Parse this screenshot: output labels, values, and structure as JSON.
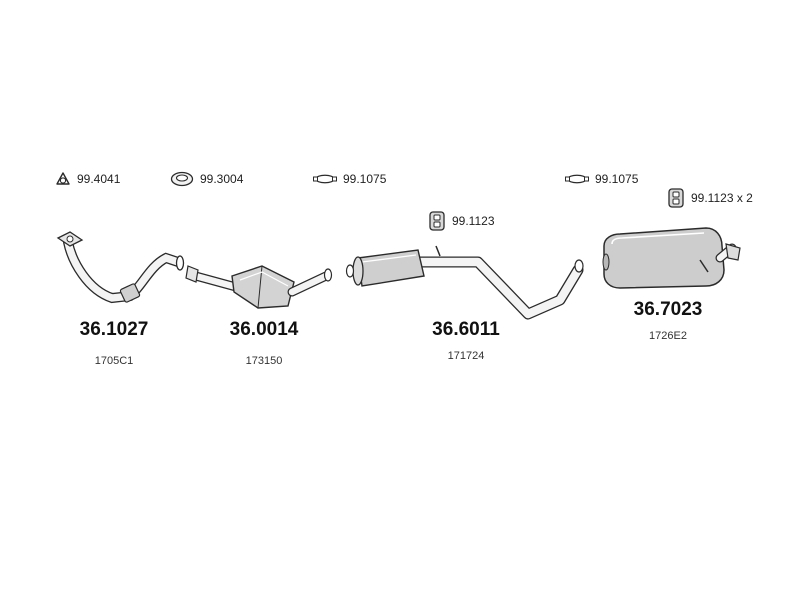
{
  "accessories": [
    {
      "icon": "ring-gasket-icon",
      "code": "99.4041"
    },
    {
      "icon": "flange-gasket-icon",
      "code": "99.3004"
    },
    {
      "icon": "clamp-icon",
      "code": "99.1075"
    },
    {
      "icon": "rubber-mount-icon",
      "code": "99.1123"
    },
    {
      "icon": "clamp-icon",
      "code": "99.1075"
    },
    {
      "icon": "rubber-mount-icon",
      "code": "99.1123 x 2"
    }
  ],
  "parts": [
    {
      "icon": "front-pipe-icon",
      "part_number": "36.1027",
      "oe_number": "1705C1"
    },
    {
      "icon": "catalytic-converter-icon",
      "part_number": "36.0014",
      "oe_number": "173150"
    },
    {
      "icon": "middle-silencer-icon",
      "part_number": "36.6011",
      "oe_number": "171724"
    },
    {
      "icon": "rear-silencer-icon",
      "part_number": "36.7023",
      "oe_number": "1726E2"
    }
  ],
  "colors": {
    "line": "#2b2b2b",
    "fill_light": "#f2f2f2",
    "fill_mid": "#d9d9d9",
    "fill_dark": "#a8a8a8"
  }
}
